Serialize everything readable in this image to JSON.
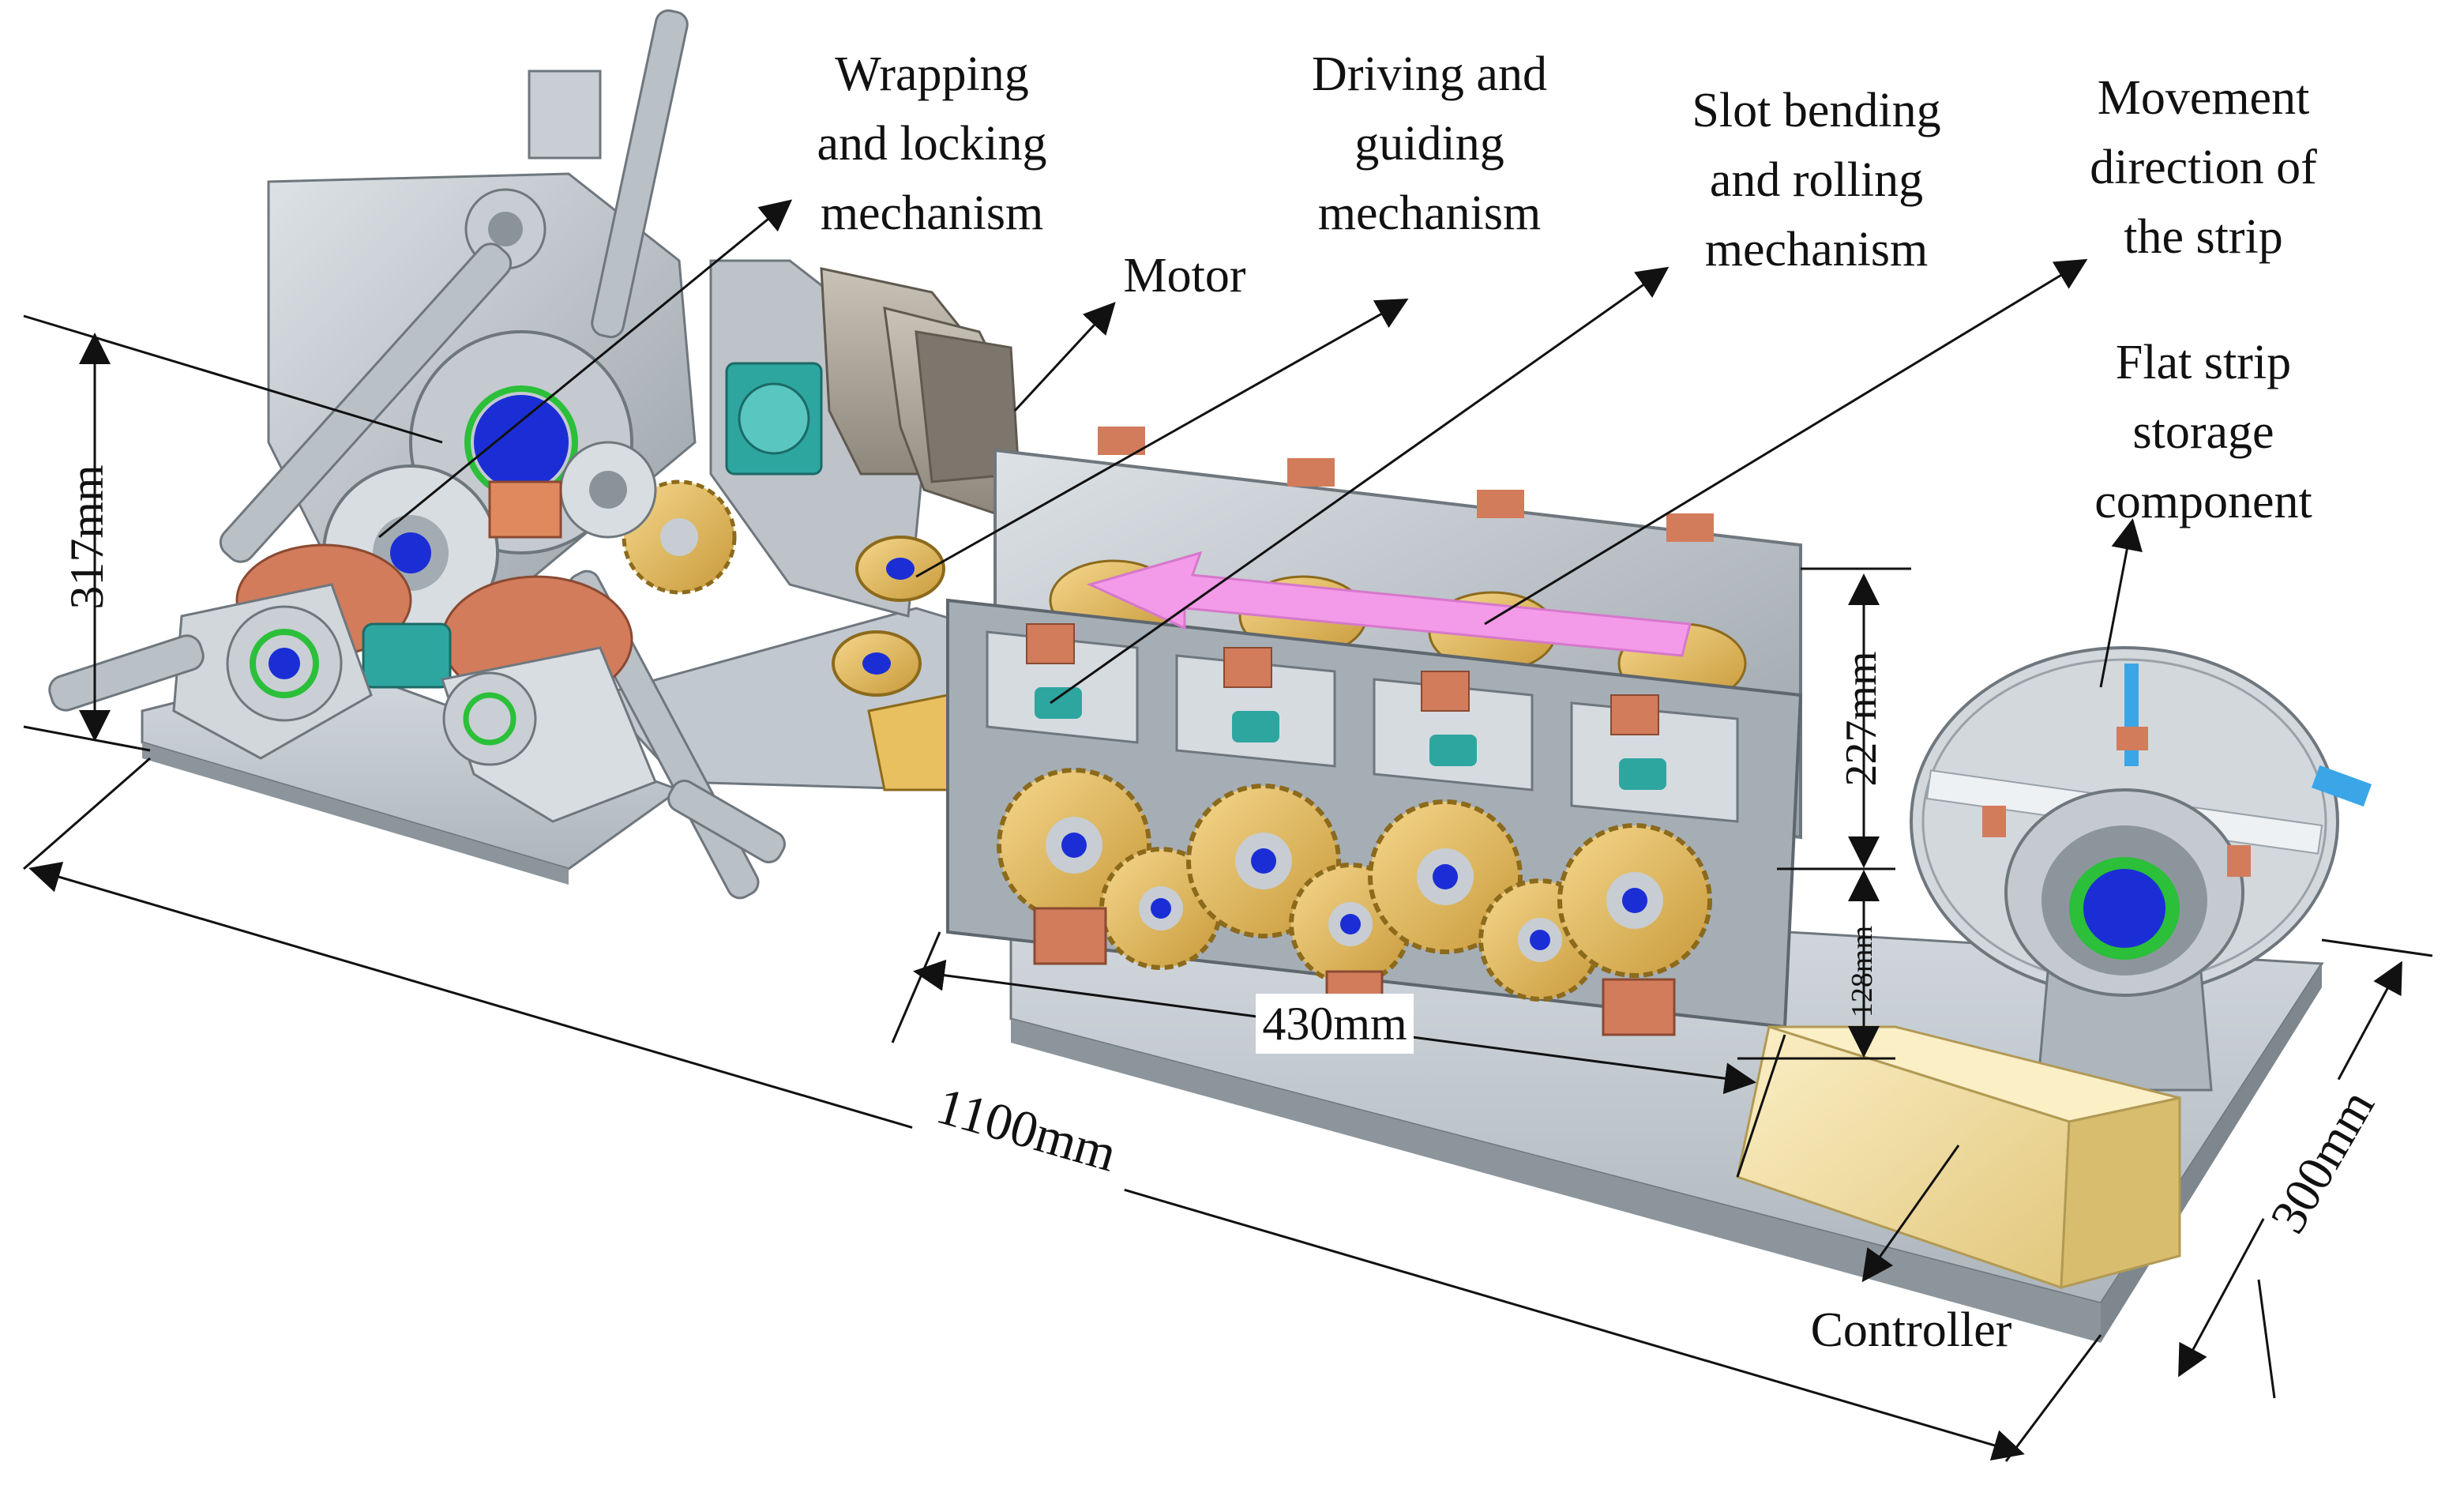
{
  "labels": {
    "wrapping": [
      "Wrapping",
      "and locking",
      "mechanism"
    ],
    "driving": [
      "Driving and",
      "guiding",
      "mechanism"
    ],
    "slot": [
      "Slot bending",
      "and rolling",
      "mechanism"
    ],
    "movement": [
      "Movement",
      "direction of",
      "the strip"
    ],
    "motor": "Motor",
    "flat_strip": [
      "Flat strip",
      "storage",
      "component"
    ],
    "controller": "Controller"
  },
  "dimensions": {
    "height_left": "317mm",
    "roller_height": "227mm",
    "box_height": "128mm",
    "roller_length": "430mm",
    "total_length": "1100mm",
    "width": "300mm"
  },
  "colors": {
    "steel": "#b9c0c6",
    "steel_dark": "#8b939a",
    "base_plate": "#c4cbd2",
    "gear_gold": "#e2b855",
    "copper": "#d27c5c",
    "teal": "#2ea6a0",
    "blue": "#1b2ed6",
    "green": "#2bbf3a",
    "controller": "#f3dfa0",
    "arrow_pink": "#f39ae8",
    "accent_blue": "#3aa6e8"
  }
}
